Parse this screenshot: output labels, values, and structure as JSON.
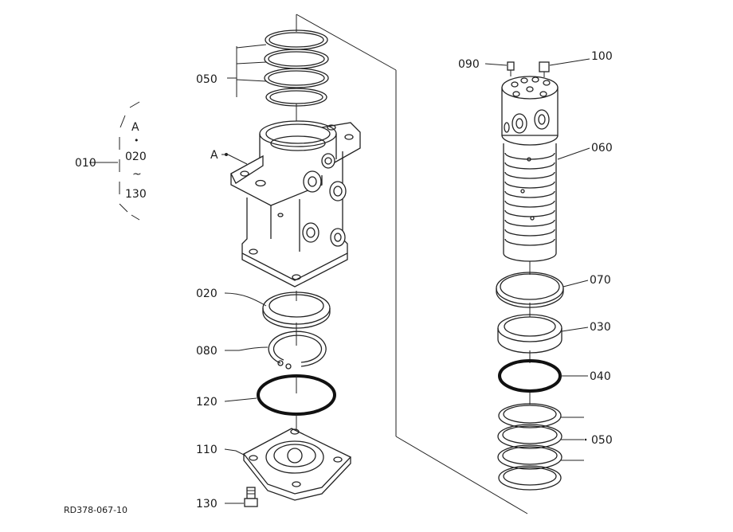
{
  "labels": {
    "l_050_top": "050",
    "l_010": "010",
    "l_A_group": "A",
    "l_dot": "•",
    "l_020_group": "020",
    "l_tilde": "~",
    "l_130_group": "130",
    "l_A_body": "A",
    "l_020": "020",
    "l_080": "080",
    "l_120": "120",
    "l_110": "110",
    "l_130": "130",
    "l_090": "090",
    "l_100": "100",
    "l_060": "060",
    "l_070": "070",
    "l_030": "030",
    "l_040": "040",
    "l_050_right": "050"
  },
  "drawing_code": "RD378-067-10"
}
